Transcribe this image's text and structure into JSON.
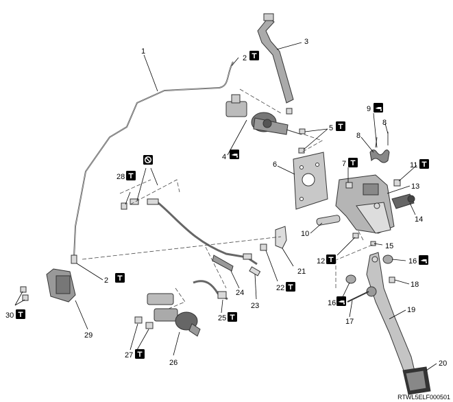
{
  "callouts": [
    {
      "id": "c1",
      "text": "1"
    },
    {
      "id": "c2a",
      "text": "2"
    },
    {
      "id": "c2b",
      "text": "2"
    },
    {
      "id": "c3",
      "text": "3"
    },
    {
      "id": "c4",
      "text": "4"
    },
    {
      "id": "c5",
      "text": "5"
    },
    {
      "id": "c6",
      "text": "6"
    },
    {
      "id": "c7",
      "text": "7"
    },
    {
      "id": "c8a",
      "text": "8"
    },
    {
      "id": "c8b",
      "text": "8"
    },
    {
      "id": "c9",
      "text": "9"
    },
    {
      "id": "c10",
      "text": "10"
    },
    {
      "id": "c11",
      "text": "11"
    },
    {
      "id": "c12",
      "text": "12"
    },
    {
      "id": "c13",
      "text": "13"
    },
    {
      "id": "c14",
      "text": "14"
    },
    {
      "id": "c15",
      "text": "15"
    },
    {
      "id": "c16a",
      "text": "16"
    },
    {
      "id": "c16b",
      "text": "16"
    },
    {
      "id": "c17",
      "text": "17"
    },
    {
      "id": "c18",
      "text": "18"
    },
    {
      "id": "c19",
      "text": "19"
    },
    {
      "id": "c20",
      "text": "20"
    },
    {
      "id": "c21",
      "text": "21"
    },
    {
      "id": "c22",
      "text": "22"
    },
    {
      "id": "c23",
      "text": "23"
    },
    {
      "id": "c24",
      "text": "24"
    },
    {
      "id": "c25",
      "text": "25"
    },
    {
      "id": "c26",
      "text": "26"
    },
    {
      "id": "c27",
      "text": "27"
    },
    {
      "id": "c28",
      "text": "28"
    },
    {
      "id": "c29",
      "text": "29"
    },
    {
      "id": "c30",
      "text": "30"
    }
  ],
  "icons": {
    "torque": "torque-icon",
    "grease": "grease-icon",
    "no_reuse": "no-reuse-icon"
  },
  "reference_code": "RTWL5ELF000501"
}
